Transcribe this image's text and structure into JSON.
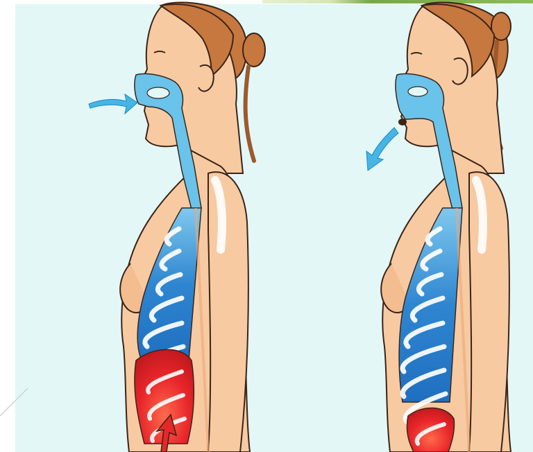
{
  "scene": {
    "description_panels": [
      "inhale",
      "exhale"
    ]
  },
  "colors": {
    "background": "#e3f7f7",
    "page": "#ffffff",
    "skin": "#f7caa2",
    "skin_shadow": "#e9a878",
    "hair": "#c7783f",
    "hair_dark": "#9c5a2c",
    "airway": "#69c3ea",
    "lung_blue": "#2f86d0",
    "lung_light": "#bfe6fa",
    "diaphragm": "#e8262a",
    "arrow": "#46b5e4",
    "outline": "#3a2418",
    "top_bar_light": "#dde9bf",
    "top_bar_dark": "#76a844"
  },
  "panels": [
    {
      "state": "inhale",
      "arrow_direction": "in-to-nose",
      "diaphragm_level": 0.65
    },
    {
      "state": "exhale",
      "arrow_direction": "out-from-mouth",
      "diaphragm_level": 0.25
    }
  ]
}
